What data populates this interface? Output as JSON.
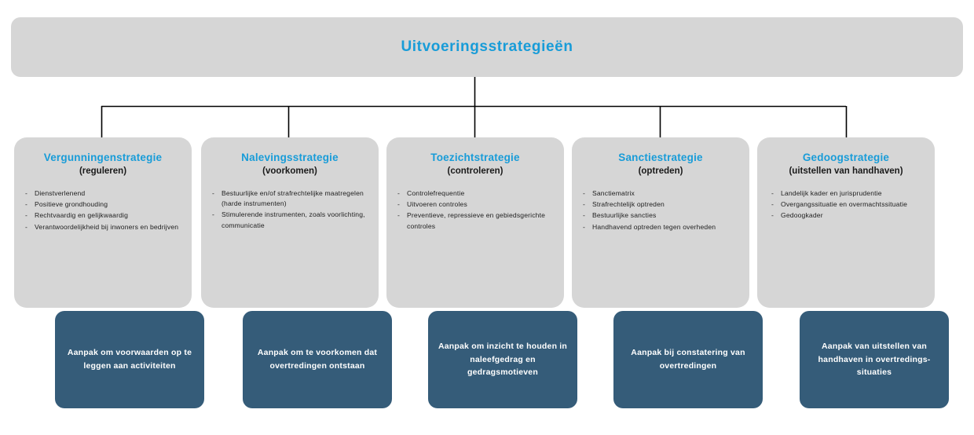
{
  "diagram": {
    "title": "Uitvoeringsstrategieën",
    "colors": {
      "accent_blue": "#189cd8",
      "card_gray": "#d6d6d6",
      "box_dark_blue": "#355c79",
      "line_black": "#000000",
      "text_white": "#ffffff"
    },
    "columns": [
      {
        "title": "Vergunningenstrategie",
        "subtitle": "(reguleren)",
        "bullets": [
          "Dienstverlenend",
          "Positieve grondhouding",
          "Rechtvaardig  en  gelijkwaardig",
          "Verantwoordelijkheid  bij  inwoners  en bedrijven"
        ],
        "outcome": "Aanpak  om voorwaarden  op te leggen aan  activiteiten"
      },
      {
        "title": "Nalevingsstrategie",
        "subtitle": "(voorkomen)",
        "bullets": [
          "Bestuurlijke en/of  strafrechtelijke maatregelen   (harde  instrumenten)",
          "Stimulerende instrumenten, zoals voorlichting,  communicatie"
        ],
        "outcome": "Aanpak  om te voorkomen  dat overtredingen ontstaan"
      },
      {
        "title": "Toezichtstrategie",
        "subtitle": "(controleren)",
        "bullets": [
          "Controlefrequentie",
          "Uitvoeren   controles",
          "Preventieve,  repressieve  en gebiedsgerichte  controles"
        ],
        "outcome": "Aanpak  om  inzicht te houden  in naleefgedrag en gedragsmotieven"
      },
      {
        "title": "Sanctiestrategie",
        "subtitle": "(optreden)",
        "bullets": [
          "Sanctiematrix",
          "Strafrechtelijk   optreden",
          "Bestuurlijke sancties",
          "Handhavend   optreden  tegen overheden"
        ],
        "outcome": "Aanpak  bij constatering  van overtredingen"
      },
      {
        "title": "Gedoogstrategie",
        "subtitle": "(uitstellen  van handhaven)",
        "bullets": [
          "Landelijk kader en jurisprudentie",
          "Overgangssituatie   en overmachtssituatie",
          "Gedoogkader"
        ],
        "outcome": "Aanpak  van uitstellen van handhaven  in overtredings-  situaties"
      }
    ]
  }
}
